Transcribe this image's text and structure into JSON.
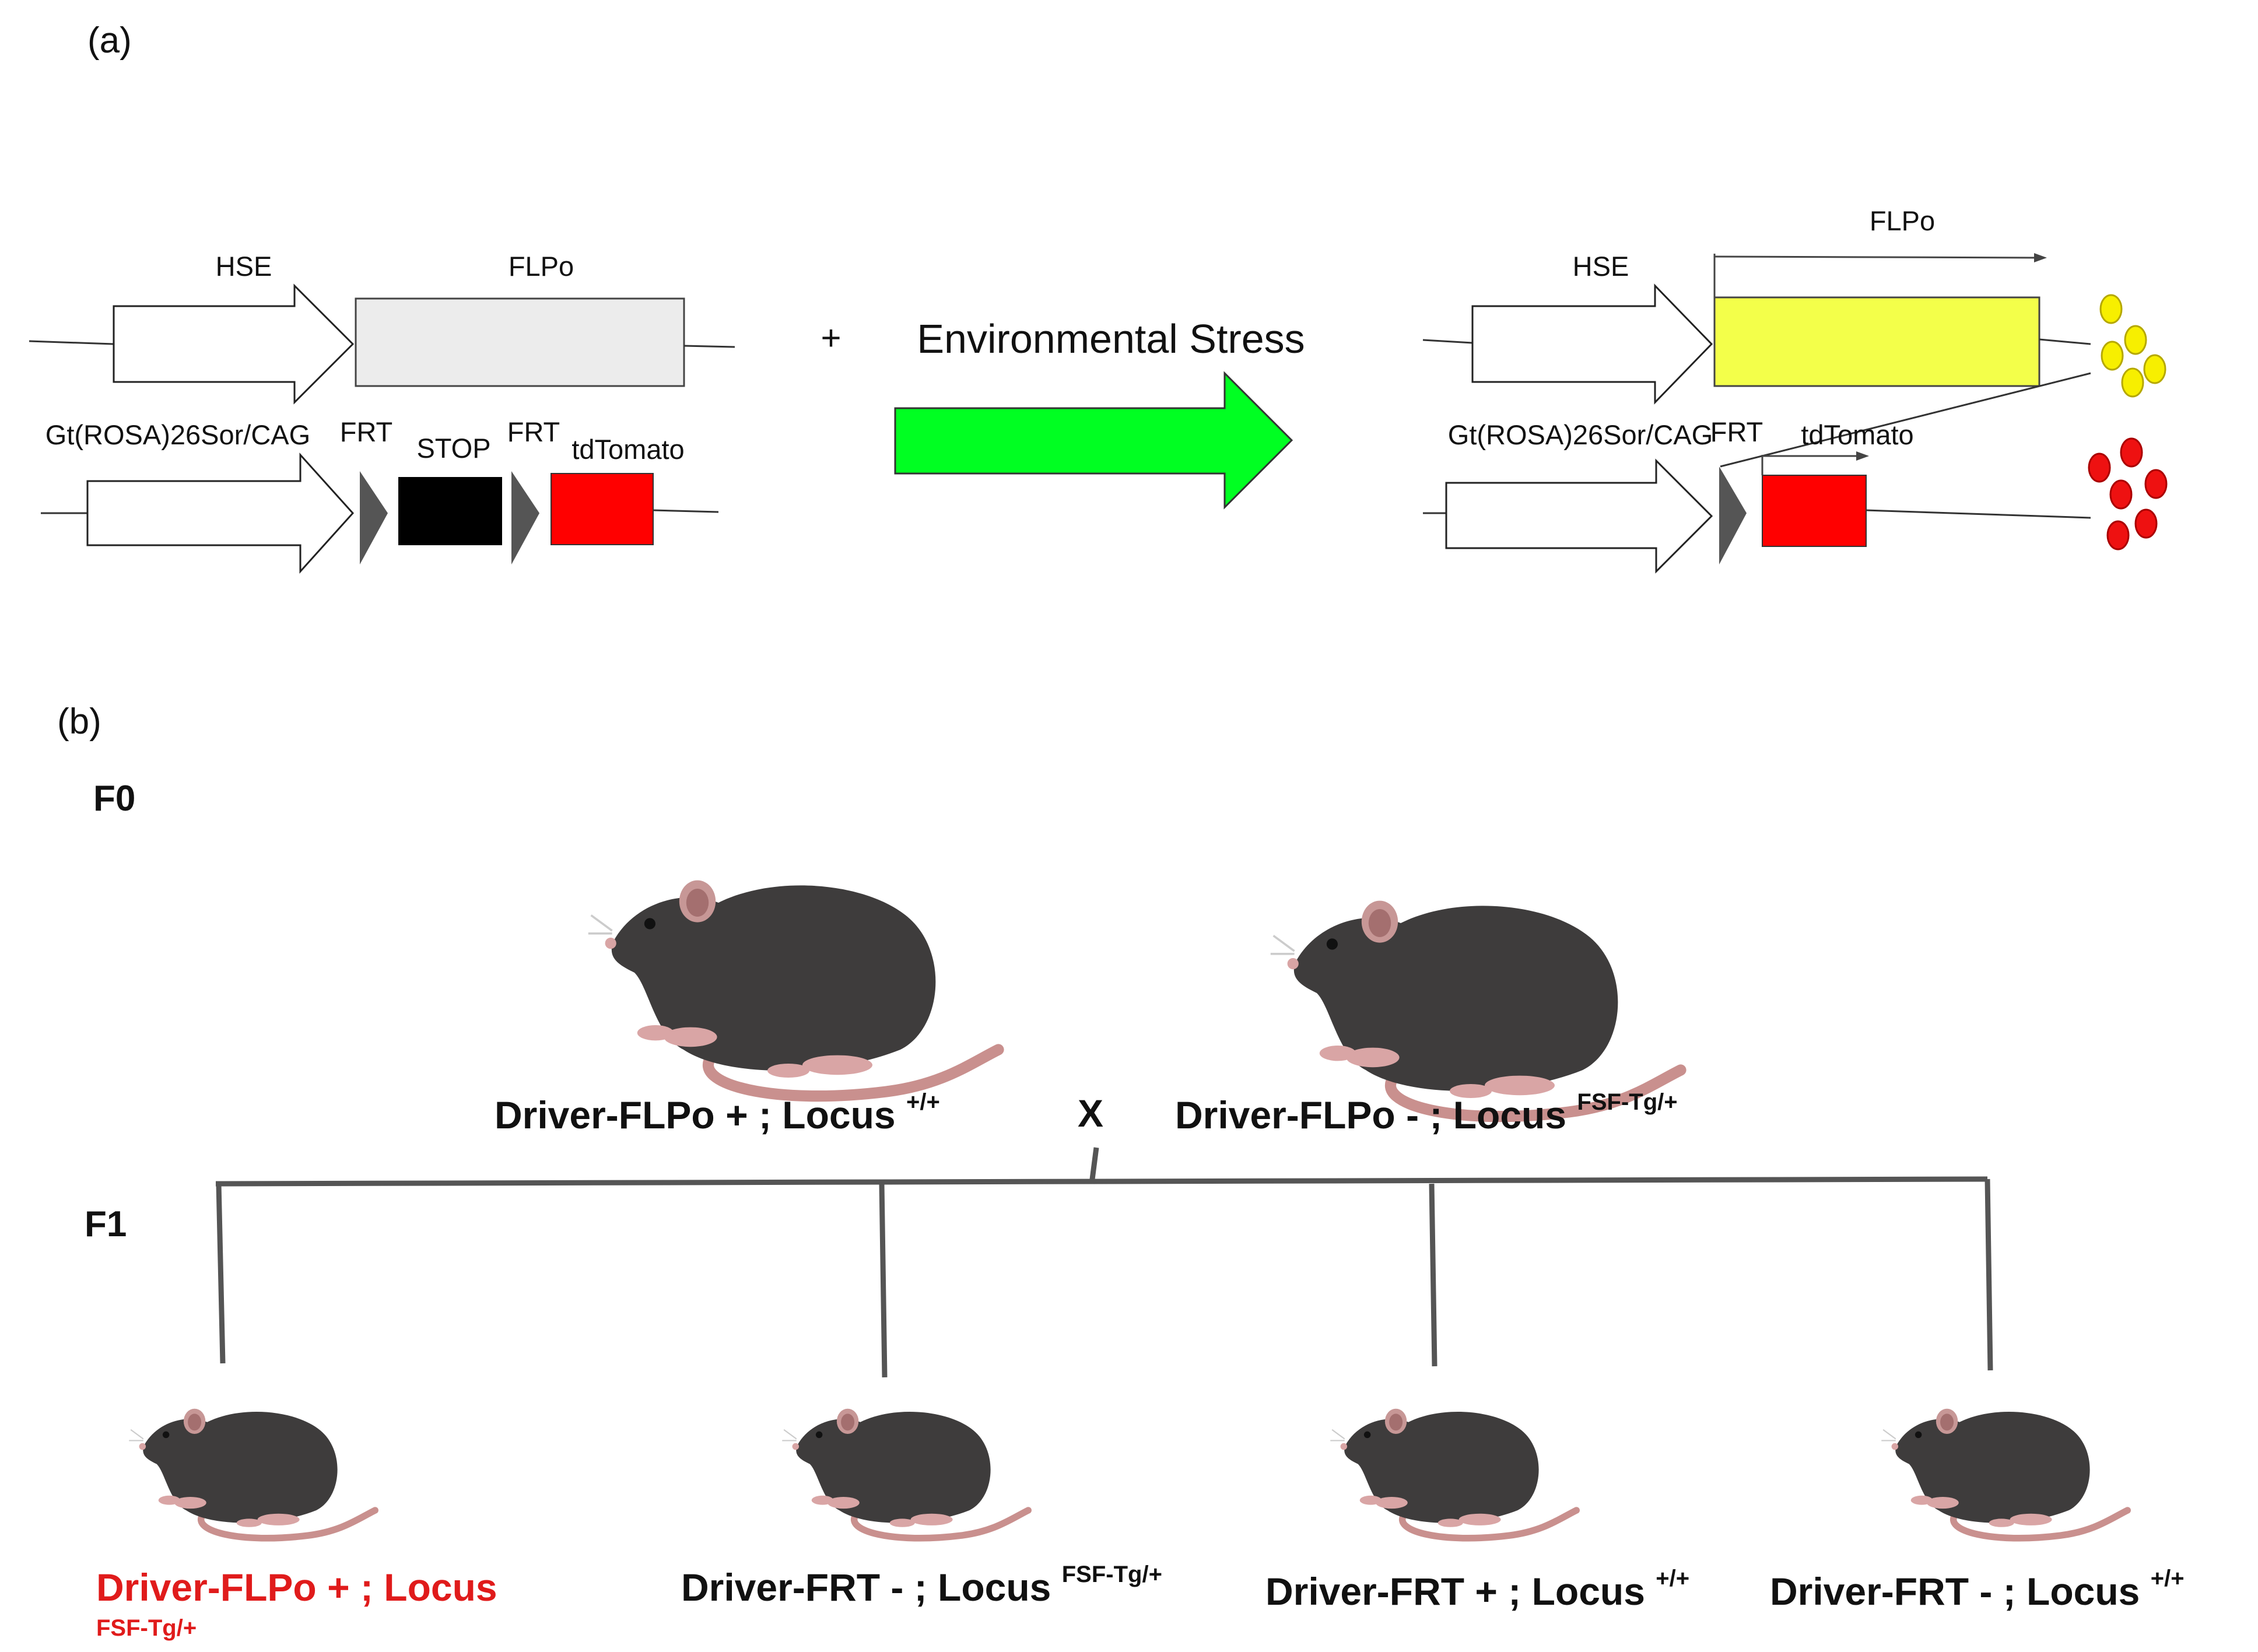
{
  "panel_a": {
    "label": "(a)",
    "left": {
      "hse_label": "HSE",
      "flpo_label": "FLPo",
      "promoter_label": "Gt(ROSA)26Sor/CAG",
      "frt1_label": "FRT",
      "stop_label": "STOP",
      "frt2_label": "FRT",
      "reporter_label": "tdTomato"
    },
    "middle": {
      "plus": "+",
      "stress_label": "Environmental Stress"
    },
    "right": {
      "hse_label": "HSE",
      "flpo_label": "FLPo",
      "promoter_label": "Gt(ROSA)26Sor/CAG",
      "frt_label": "FRT",
      "reporter_label": "tdTomato"
    },
    "colors": {
      "flpo_inactive": "#ececec",
      "flpo_active": "#f3ff4a",
      "stop": "#000000",
      "tdtomato": "#ff0000",
      "arrow_stress": "#00ff22",
      "frt": "#555555",
      "flp_protein": "#f7ef00",
      "tomato_protein": "#ee1111"
    }
  },
  "panel_b": {
    "label": "(b)",
    "f0_label": "F0",
    "f1_label": "F1",
    "cross_symbol": "X",
    "parent1": {
      "base": "Driver-FLPo + ; Locus ",
      "sup": "+/+"
    },
    "parent2": {
      "base": "Driver-FLPo - ; Locus ",
      "sup": "FSF-Tg/+"
    },
    "offspring": [
      {
        "base": "Driver-FLPo + ; Locus",
        "sup": "FSF-Tg/+",
        "color": "#e01b1b"
      },
      {
        "base": "Driver-FRT - ; Locus ",
        "sup": "FSF-Tg/+",
        "color": "#111111"
      },
      {
        "base": "Driver-FRT + ; Locus ",
        "sup": "+/+",
        "color": "#111111"
      },
      {
        "base": "Driver-FRT - ; Locus ",
        "sup": "+/+",
        "color": "#111111"
      }
    ]
  }
}
